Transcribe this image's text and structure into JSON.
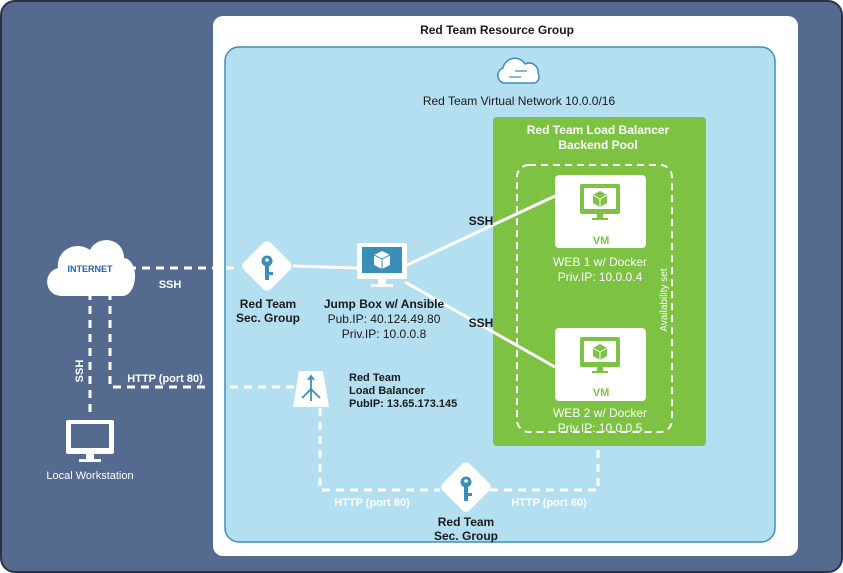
{
  "resource_group": {
    "title": "Red Team Resource Group"
  },
  "vnet": {
    "title": "Red Team Virtual Network 10.0.0/16"
  },
  "backend_pool": {
    "title_line1": "Red Team Load Balancer",
    "title_line2": "Backend Pool",
    "availability_label": "Availability set"
  },
  "internet": {
    "label": "INTERNET"
  },
  "local_workstation": {
    "label": "Local Workstation"
  },
  "sec_group_top": {
    "line1": "Red Team",
    "line2": "Sec. Group"
  },
  "sec_group_bottom": {
    "line1": "Red Team",
    "line2": "Sec. Group"
  },
  "jump_box": {
    "name": "Jump Box w/ Ansible",
    "pub_ip": "Pub.IP: 40.124.49.80",
    "priv_ip": "Priv.IP: 10.0.0.8"
  },
  "load_balancer": {
    "line1": "Red Team",
    "line2": "Load Balancer",
    "pub_ip": "PubIP: 13.65.173.145"
  },
  "web1": {
    "vm_label": "VM",
    "name": "WEB 1 w/ Docker",
    "priv_ip": "Priv.IP: 10.0.0.4"
  },
  "web2": {
    "vm_label": "VM",
    "name": "WEB 2 w/ Docker",
    "priv_ip": "Priv.IP: 10.0.0.5"
  },
  "connections": {
    "ssh_internet": "SSH",
    "ssh_local": "SSH",
    "http_internet": "HTTP (port 80)",
    "ssh_web1": "SSH",
    "ssh_web2": "SSH",
    "http_lb_bottom": "HTTP (port 80)",
    "http_backend_bottom": "HTTP (port 80)"
  },
  "colors": {
    "outer_bg": "#546A8E",
    "resource_group_bg": "#FFFFFF",
    "vnet_bg": "#B3DFF0",
    "vnet_border": "#3A8FB8",
    "backend_pool_bg": "#7DC242",
    "text_dark": "#1A1A1A",
    "text_light": "#FFFFFF",
    "internet_text": "#1E66B5"
  }
}
